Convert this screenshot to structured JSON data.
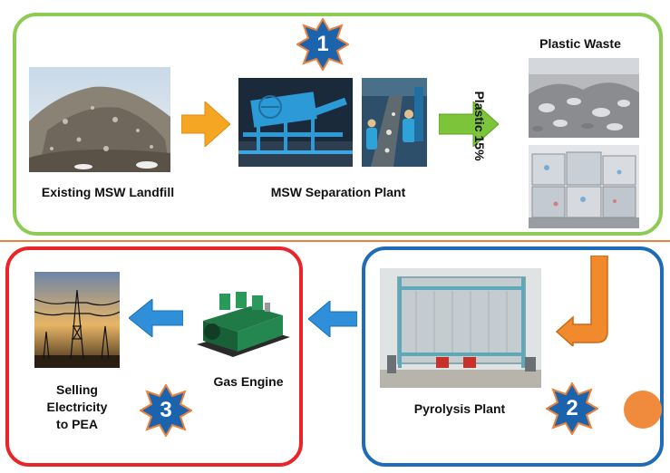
{
  "labels": {
    "landfill": "Existing MSW Landfill",
    "separation": "MSW Separation Plant",
    "plastic_waste": "Plastic Waste",
    "plastic_pct": "Plastic 15%",
    "pyrolysis": "Pyrolysis Plant",
    "gas_engine": "Gas Engine",
    "selling_line1": "Selling",
    "selling_line2": "Electricity",
    "selling_line3": "to PEA"
  },
  "badges": {
    "step1": "1",
    "step2": "2",
    "step3": "3"
  },
  "colors": {
    "top_border": "#8ccc55",
    "left_border": "#e8262a",
    "right_border": "#1e6bb8",
    "divider": "#e9823c",
    "arrow_orange": "#f5a623",
    "arrow_blue": "#2f8fd8",
    "arrow_green": "#7cc43a",
    "badge_fill": "#1c63ad",
    "badge_outline": "#e9823c"
  },
  "icons": {
    "landfill": "landfill-photo",
    "separation_machine": "conveyor-machine-photo",
    "separation_workers": "sorting-line-photo",
    "plastic_loose": "plastic-waste-photo",
    "plastic_bales": "plastic-bales-photo",
    "pyrolysis": "pyrolysis-plant-photo",
    "gas_engine": "gas-engine-photo",
    "electricity": "power-tower-photo"
  }
}
